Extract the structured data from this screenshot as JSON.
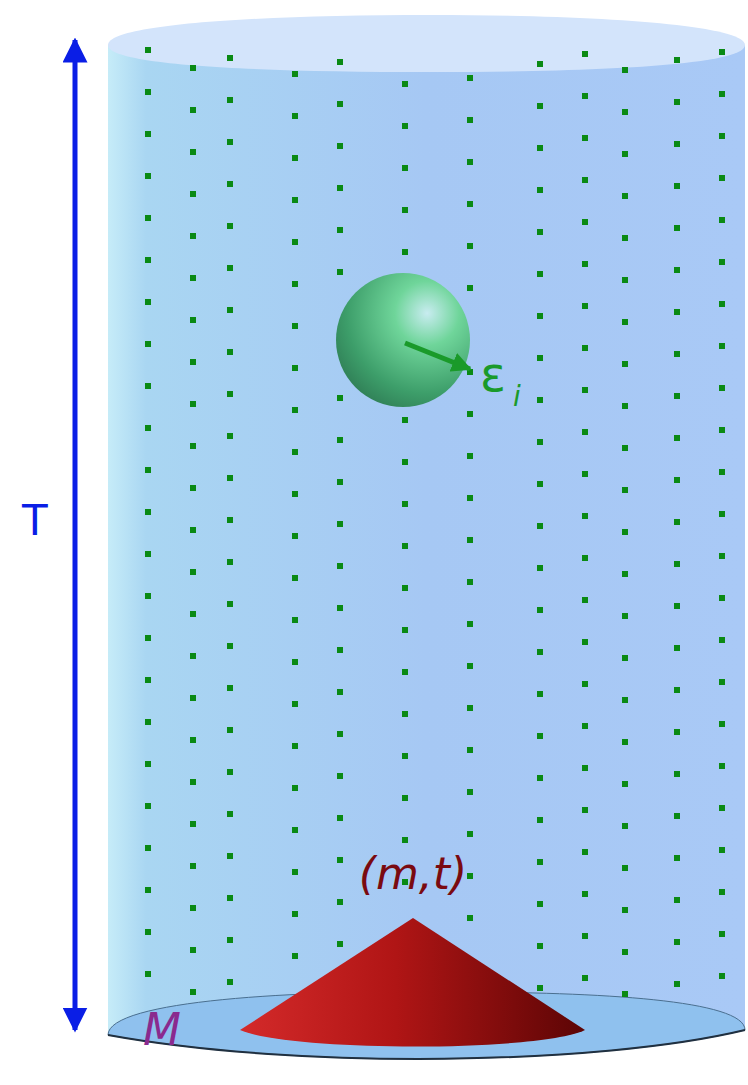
{
  "diagram": {
    "labels": [
      "T",
      "ε",
      "i",
      "(m,t)",
      "M"
    ]
  }
}
